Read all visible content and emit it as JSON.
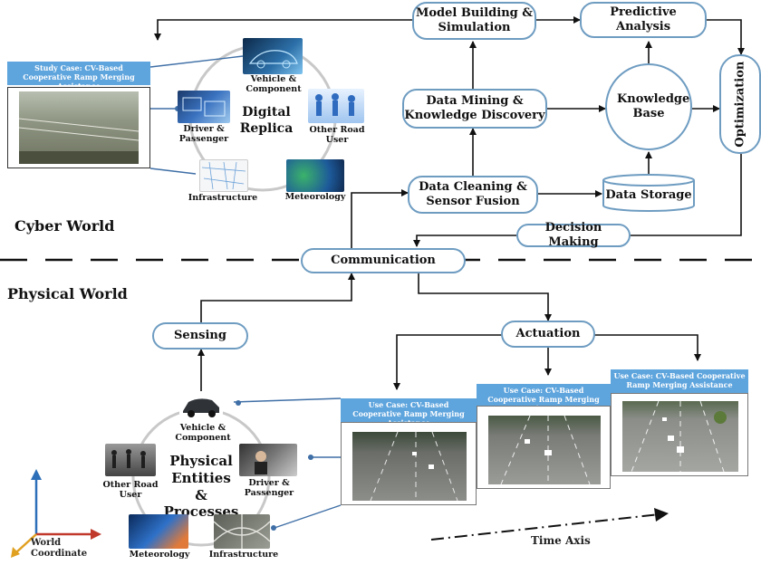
{
  "sections": {
    "cyber": "Cyber World",
    "physical": "Physical World"
  },
  "nodes": {
    "model_building": "Model Building & Simulation",
    "predictive": "Predictive Analysis",
    "data_mining": "Data Mining & Knowledge Discovery",
    "knowledge_base": "Knowledge Base",
    "optimization": "Optimization",
    "data_cleaning": "Data Cleaning & Sensor Fusion",
    "data_storage": "Data Storage",
    "decision_making": "Decision Making",
    "communication": "Communication",
    "sensing": "Sensing",
    "actuation": "Actuation"
  },
  "digital_replica": {
    "title": "Digital Replica",
    "items": {
      "vehicle": "Vehicle & Component",
      "driver": "Driver & Passenger",
      "other": "Other Road User",
      "infrastructure": "Infrastructure",
      "meteorology": "Meteorology"
    },
    "study_case": "Study Case: CV-Based Cooperative Ramp Merging Assistance"
  },
  "physical_entities": {
    "title": "Physical Entities & Processes",
    "items": {
      "vehicle": "Vehicle & Component",
      "driver": "Driver & Passenger",
      "other": "Other Road User",
      "meteorology": "Meteorology",
      "infrastructure": "Infrastructure"
    }
  },
  "use_cases": [
    "Use Case: CV-Based Cooperative Ramp Merging Assistance",
    "Use Case: CV-Based Cooperative Ramp Merging Assistance",
    "Use Case: CV-Based Cooperative Ramp Merging Assistance"
  ],
  "axes": {
    "world": "World Coordinate",
    "time": "Time Axis"
  },
  "colors": {
    "node_border": "#6e9cc1",
    "banner": "#5ea4dd",
    "ring": "#c8c8c8",
    "axis_x": "#c0392b",
    "axis_y": "#2d6fb8",
    "axis_z": "#e0a020"
  }
}
